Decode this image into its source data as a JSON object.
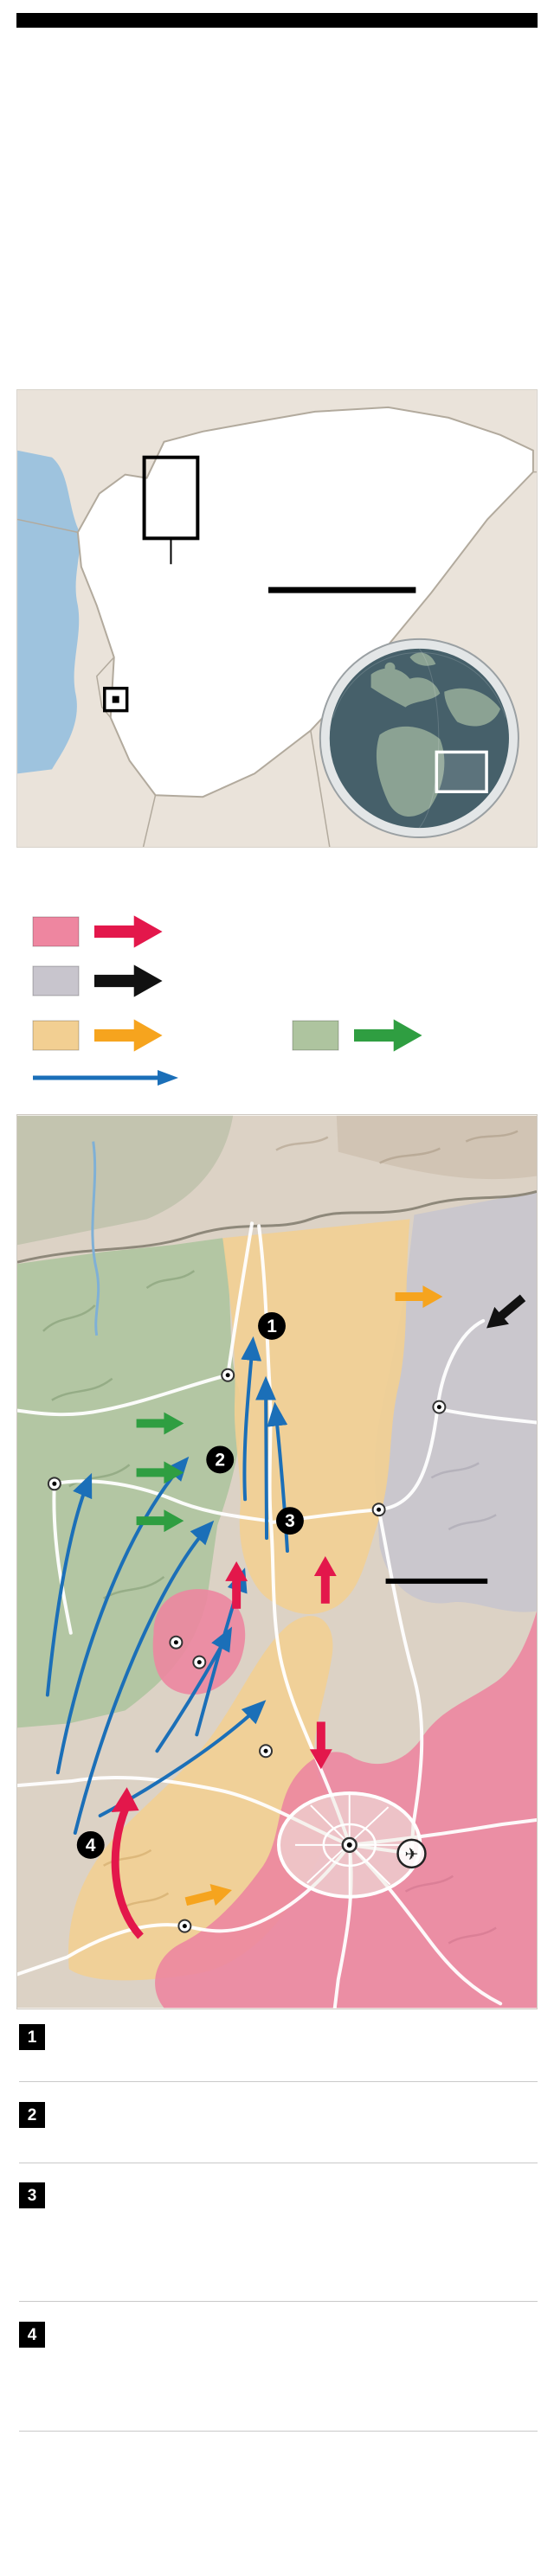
{
  "page": {
    "top_rule_color": "#000000",
    "background": "#ffffff"
  },
  "locator_map": {
    "land_color": "#eae3da",
    "country_fill": "#ffffff",
    "country_border_color": "#b2aa9d",
    "sea_color": "#9ec3de",
    "detail_box_color": "#000000",
    "scale_bar_color": "#000000",
    "capital_marker_color": "#000000",
    "globe": {
      "ocean_color": "#46606a",
      "land_color": "#8ba293",
      "ring_color": "#e3e6e7",
      "ring_border_color": "#9aa0a3",
      "highlight_box_color": "#ffffff"
    }
  },
  "legend": {
    "items": [
      {
        "name": "pink-zone",
        "swatch_color": "#ee86a0",
        "arrow_color": "#e3174b"
      },
      {
        "name": "gray-zone",
        "swatch_color": "#c8c5cd",
        "arrow_color": "#111111"
      },
      {
        "name": "orange-zone",
        "swatch_color": "#f2cf92",
        "arrow_color": "#f6a41e"
      },
      {
        "name": "green-zone",
        "swatch_color": "#aec49f",
        "arrow_color": "#2f9e41"
      }
    ],
    "route_line": {
      "color": "#1b6fb8"
    }
  },
  "map": {
    "base_color": "#dcd2c5",
    "border_line_color": "#8e887a",
    "road_color": "#ffffff",
    "river_color": "#7fb0d6",
    "scale_bar_color": "#000000",
    "zone_colors": {
      "green": "#aec49f",
      "gray": "#c8c5cd",
      "orange": "#f2cf92",
      "pink": "#ec86a0"
    },
    "arrow_colors": {
      "blue": "#1b6fb8",
      "red": "#e3174b",
      "green": "#2f9e41",
      "orange": "#f6a41e",
      "black": "#111111"
    },
    "badges": [
      {
        "n": "1"
      },
      {
        "n": "2"
      },
      {
        "n": "3"
      },
      {
        "n": "4"
      }
    ],
    "airport_icon": "✈"
  },
  "footnotes": {
    "divider_color": "#c9c9c9",
    "items": [
      {
        "n": "1"
      },
      {
        "n": "2"
      },
      {
        "n": "3"
      },
      {
        "n": "4"
      }
    ]
  }
}
